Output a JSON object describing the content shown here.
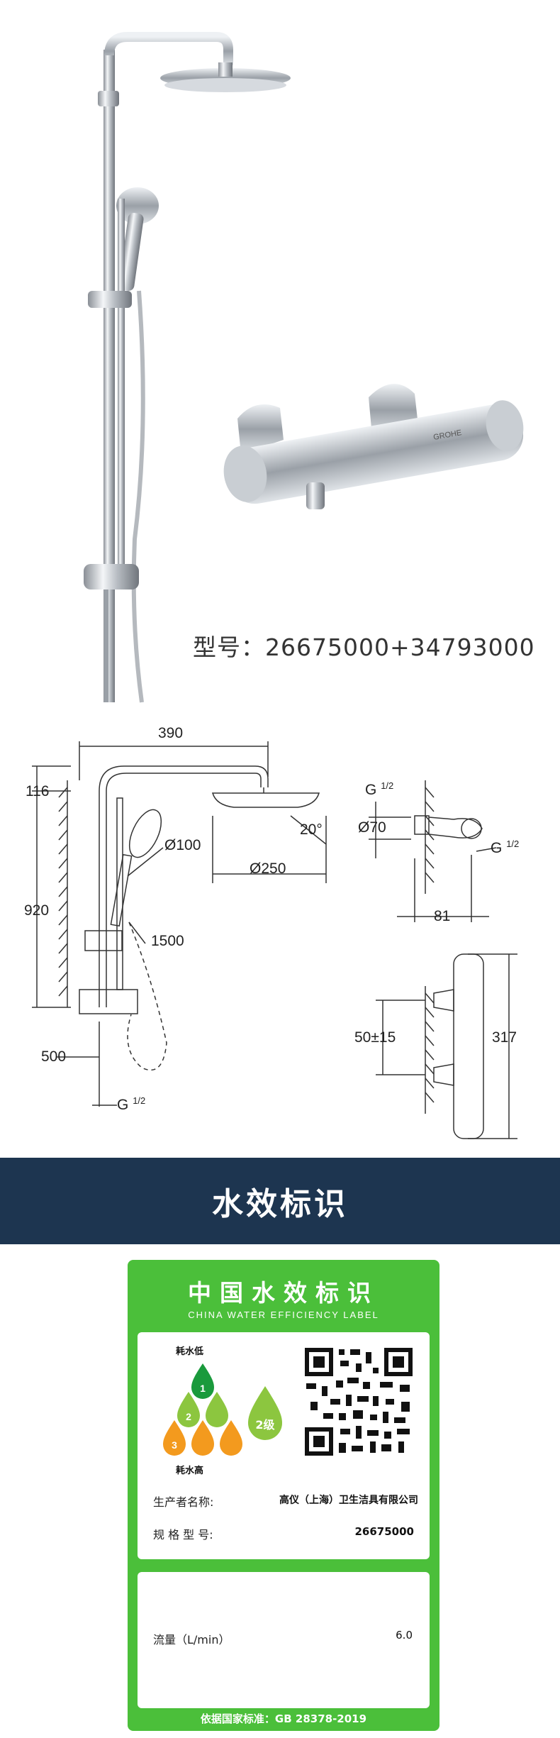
{
  "product": {
    "model_label": "型号：26675000+34793000"
  },
  "drawing": {
    "dim_390": "390",
    "dim_116": "116",
    "dim_920": "920",
    "dim_500": "500",
    "dim_100": "Ø100",
    "dim_20": "20°",
    "dim_250": "Ø250",
    "dim_1500": "1500",
    "g_bottom": "G",
    "g_bottom_frac": "1/2",
    "g_top": "G",
    "g_top_frac": "1/2",
    "dim_70": "Ø70",
    "g_right": "G",
    "g_right_frac": "1/2",
    "dim_81": "81",
    "dim_50": "50±15",
    "dim_317": "317"
  },
  "banner": {
    "title": "水效标识"
  },
  "label": {
    "cn_title": "中国水效标识",
    "en_title": "CHINA WATER EFFICIENCY LABEL",
    "low_text": "耗水低",
    "high_text": "耗水高",
    "levels": [
      "1",
      "2",
      "3"
    ],
    "grade": "2级",
    "maker_label": "生产者名称:",
    "maker_value": "高仪（上海）卫生洁具有限公司",
    "model_label": "规 格 型 号:",
    "model_value": "26675000",
    "flow_label": "流量（L/min）",
    "flow_value": "6.0",
    "standard": "依据国家标准：GB 28378-2019",
    "colors": {
      "card_green": "#4bbf3a",
      "level1": "#1a9a3c",
      "level2": "#8cc63f",
      "level3": "#f39a1e",
      "banner": "#1d3550"
    }
  }
}
